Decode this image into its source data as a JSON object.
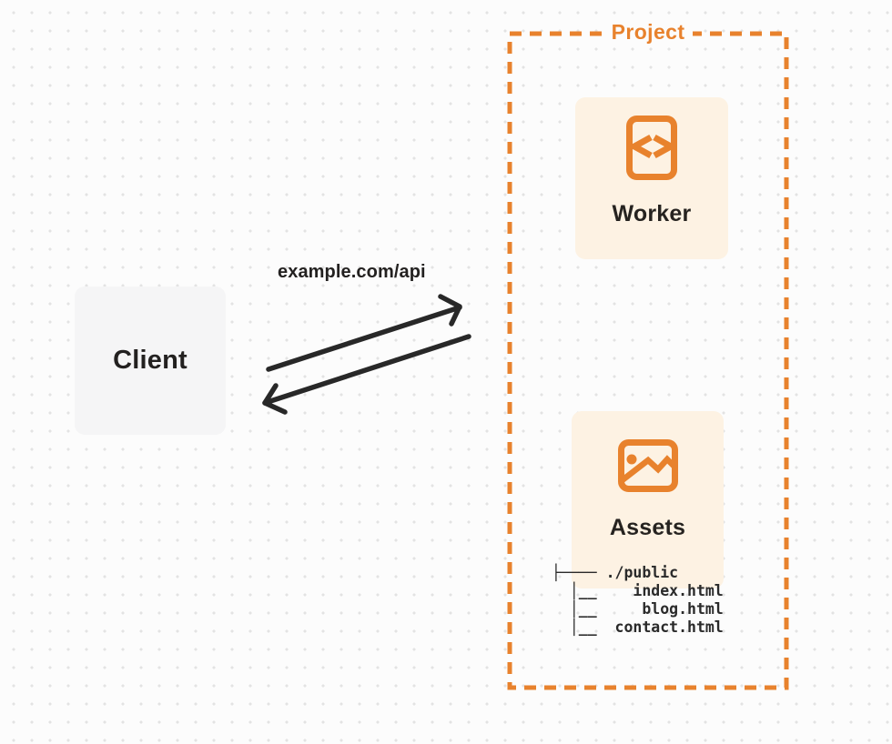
{
  "client": {
    "label": "Client"
  },
  "request": {
    "url_label": "example.com/api"
  },
  "project": {
    "title": "Project",
    "nodes": [
      {
        "id": "worker",
        "label": "Worker",
        "icon": "code-file-icon"
      },
      {
        "id": "assets",
        "label": "Assets",
        "icon": "image-icon"
      }
    ],
    "file_tree": {
      "root": "./public",
      "files": [
        "index.html",
        "blog.html",
        "contact.html"
      ],
      "lines": [
        "├──── ./public",
        "  │__    index.html",
        "  │__     blog.html",
        "  │__  contact.html"
      ]
    }
  },
  "colors": {
    "accent_orange": "#E8822D",
    "node_fill": "#FDF2E3",
    "client_fill": "#F5F5F6",
    "ink": "#262320",
    "background": "#FCFCFC",
    "grid_dot": "#E3E3E3"
  }
}
